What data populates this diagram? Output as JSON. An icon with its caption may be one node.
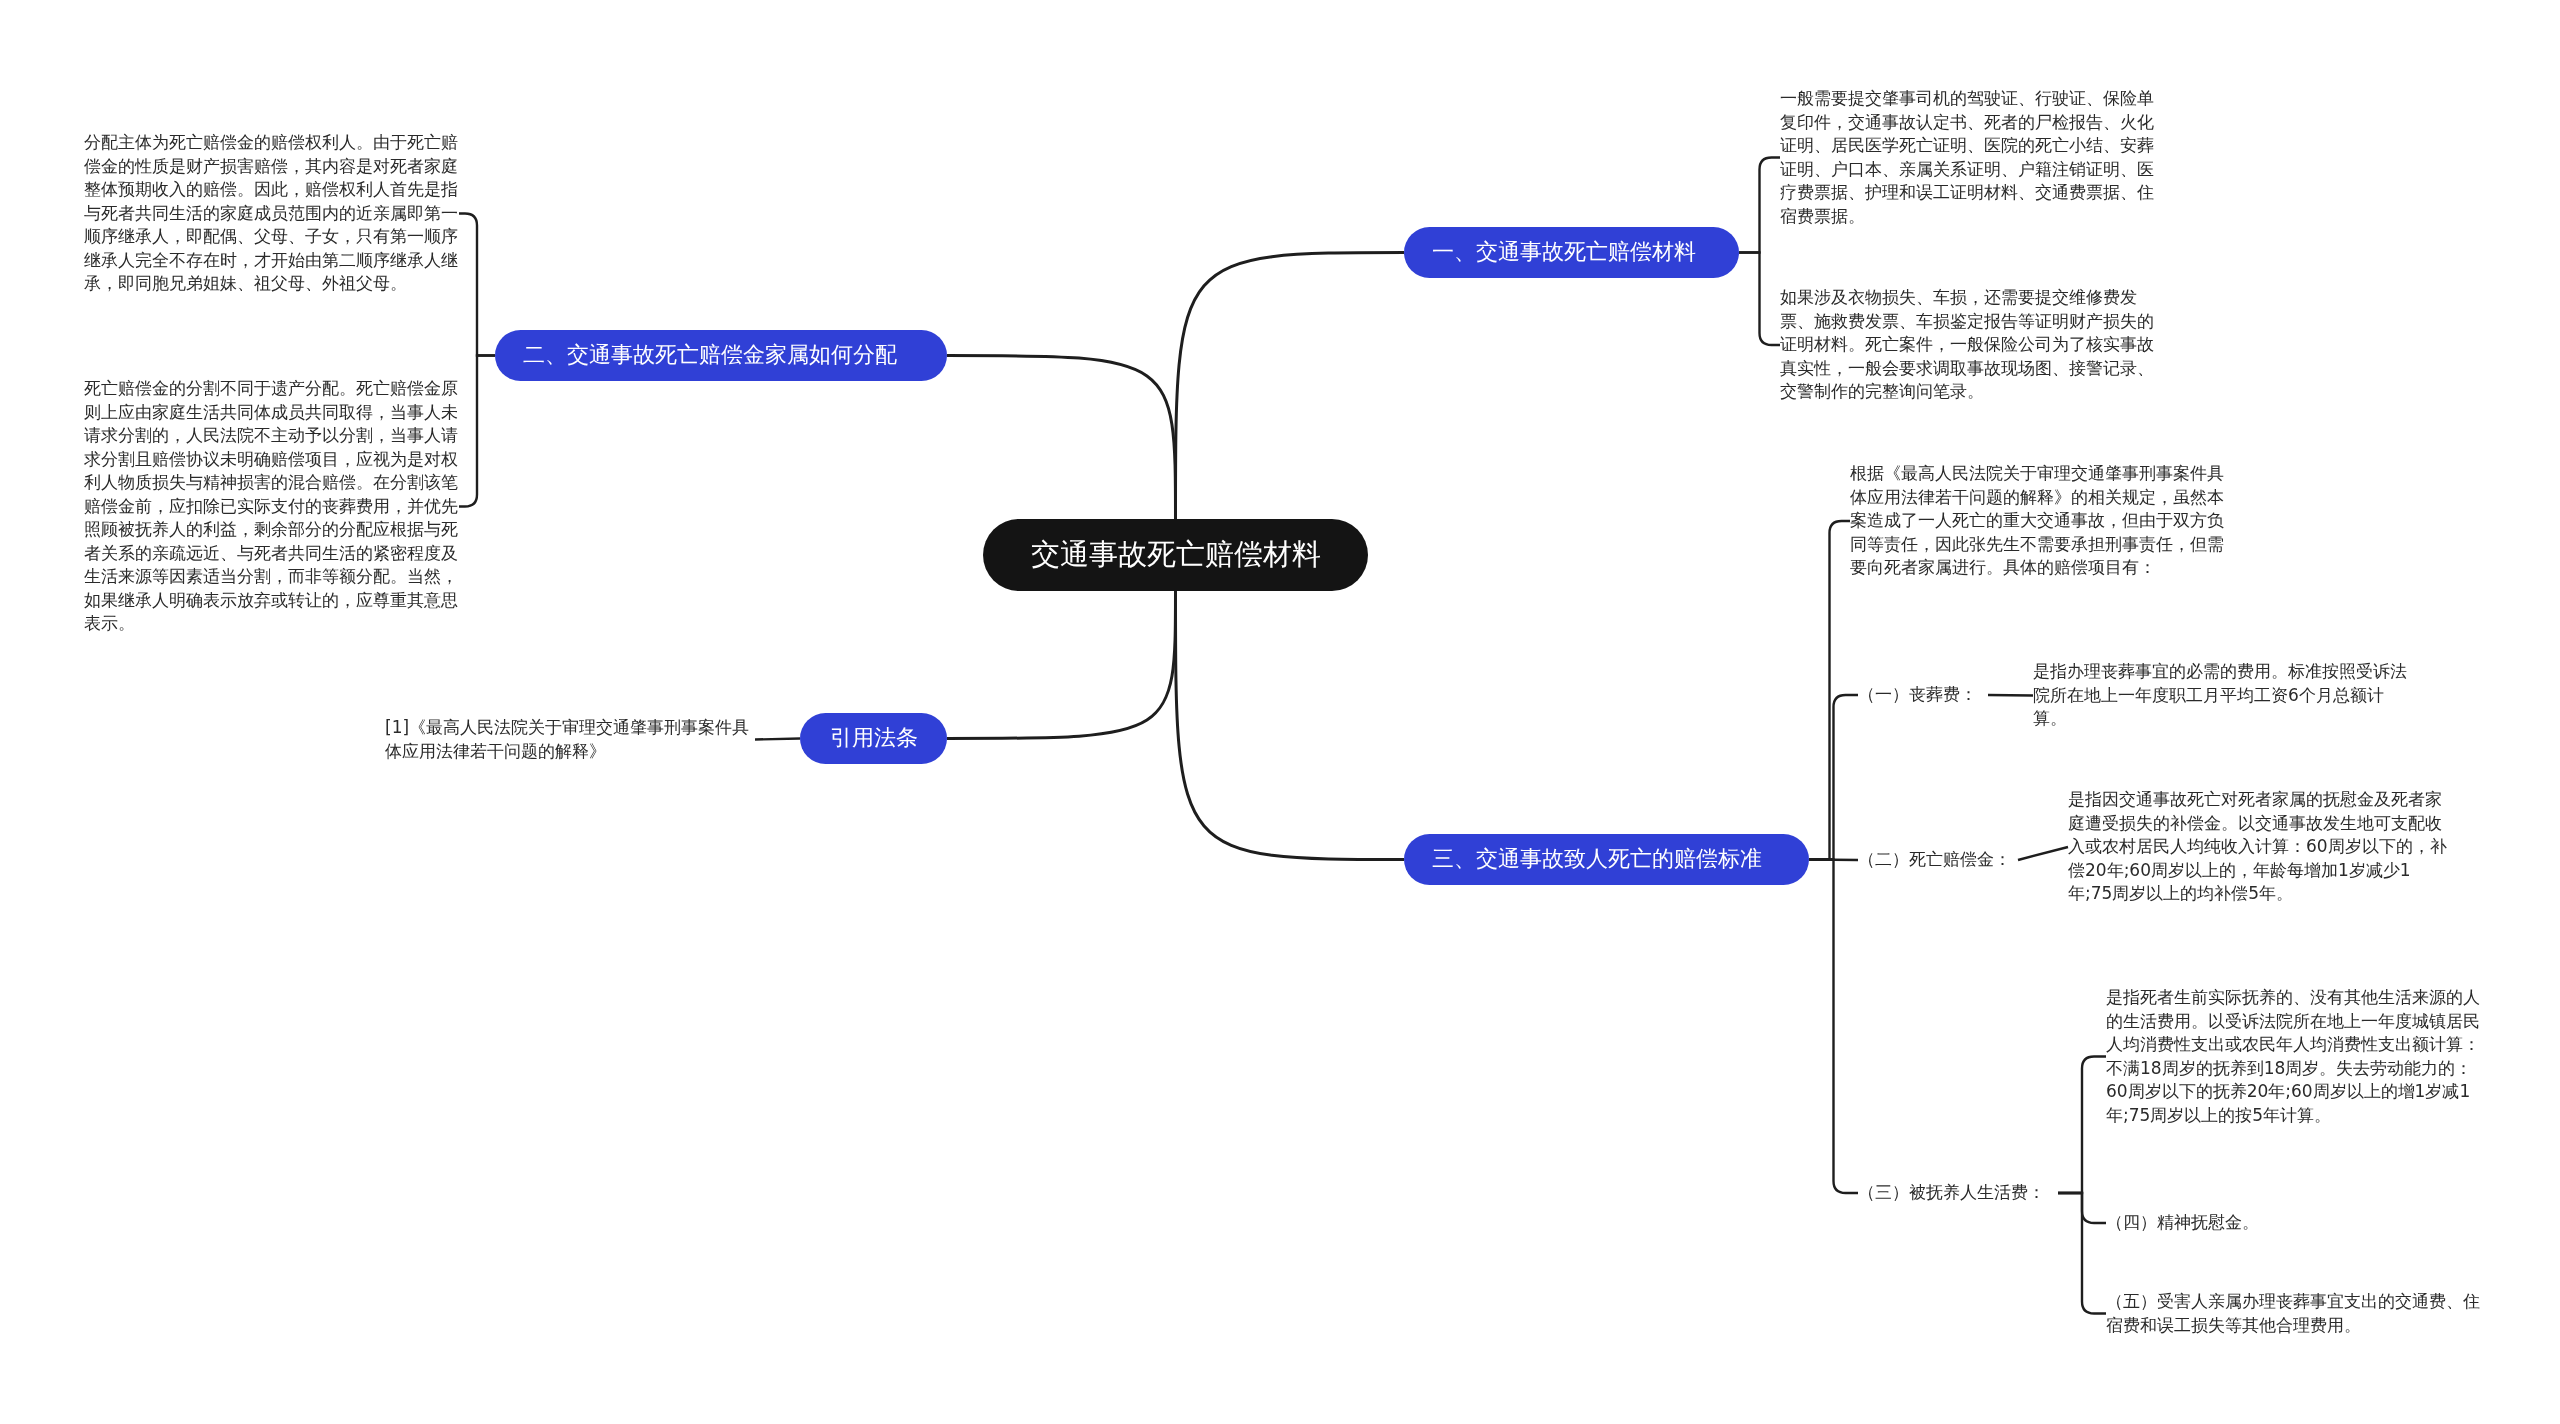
{
  "diagram": {
    "nodes": [
      {
        "text": [
          "交通事故死亡赔偿材料"
        ]
      },
      {
        "text": [
          "一、交通事故死亡赔偿材料"
        ]
      },
      {
        "text": [
          "一般需要提交肇事司机的驾驶证、行驶证、保险单复印件，交通事故认定书、死者的尸检报告、火化证明、居民医学死亡证明、医院的死亡小结、安葬证明、户口本、亲属关系证明、户籍注销证明、医疗费票据、护理和误工证明材料、交通费票据、住宿费票据。"
        ]
      },
      {
        "text": [
          "如果涉及衣物损失、车损，还需要提交维修费发票、施救费发票、车损鉴定报告等证明财产损失的证明材料。死亡案件，一般保险公司为了核实事故真实性，一般会要求调取事故现场图、接警记录、交警制作的完整询问笔录。"
        ]
      },
      {
        "text": [
          "二、交通事故死亡赔偿金家属如何分配"
        ]
      },
      {
        "text": [
          "分配主体为死亡赔偿金的赔偿权利人。由于死亡赔偿金的性质是财产损害赔偿，其内容是对死者家庭整体预期收入的赔偿。因此，赔偿权利人首先是指与死者共同生活的家庭成员范围内的近亲属即第一顺序继承人，即配偶、父母、子女，只有第一顺序继承人完全不存在时，才开始由第二顺序继承人继承，即同胞兄弟姐妹、祖父母、外祖父母。"
        ]
      },
      {
        "text": [
          "死亡赔偿金的分割不同于遗产分配。死亡赔偿金原则上应由家庭生活共同体成员共同取得，当事人未请求分割的，人民法院不主动予以分割，当事人请求分割且赔偿协议未明确赔偿项目，应视为是对权利人物质损失与精神损害的混合赔偿。在分割该笔赔偿金前，应扣除已实际支付的丧葬费用，并优先照顾被抚养人的利益，剩余部分的分配应根据与死者关系的亲疏远近、与死者共同生活的紧密程度及生活来源等因素适当分割，而非等额分配。当然，如果继承人明确表示放弃或转让的，应尊重其意思表示。"
        ]
      },
      {
        "text": [
          "引用法条"
        ]
      },
      {
        "text": [
          "[1]《最高人民法院关于审理交通肇事刑事案件具体应用法律若干问题的解释》"
        ]
      },
      {
        "text": [
          "三、交通事故致人死亡的赔偿标准"
        ]
      },
      {
        "text": [
          "根据《最高人民法院关于审理交通肇事刑事案件具体应用法律若干问题的解释》的相关规定，虽然本案造成了一人死亡的重大交通事故，但由于双方负同等责任，因此张先生不需要承担刑事责任，但需要向死者家属进行。具体的赔偿项目有："
        ]
      },
      {
        "text": [
          "（一）丧葬费："
        ]
      },
      {
        "text": [
          "是指办理丧葬事宜的必需的费用。标准按照受诉法院所在地上一年度职工月平均工资6个月总额计算。"
        ]
      },
      {
        "text": [
          "（二）死亡赔偿金："
        ]
      },
      {
        "text": [
          "是指因交通事故死亡对死者家属的抚慰金及死者家庭遭受损失的补偿金。以交通事故发生地可支配收入或农村居民人均纯收入计算：60周岁以下的，补偿20年;60周岁以上的，年龄每增加1岁减少1年;75周岁以上的均补偿5年。"
        ]
      },
      {
        "text": [
          "（三）被抚养人生活费："
        ]
      },
      {
        "text": [
          "是指死者生前实际抚养的、没有其他生活来源的人的生活费用。以受诉法院所在地上一年度城镇居民人均消费性支出或农民年人均消费性支出额计算：不满18周岁的抚养到18周岁。失去劳动能力的：60周岁以下的抚养20年;60周岁以上的增1岁减1年;75周岁以上的按5年计算。"
        ]
      },
      {
        "text": [
          "（四）精神抚慰金。"
        ]
      },
      {
        "text": [
          "（五）受害人亲属办理丧葬事宜支出的交通费、住宿费和误工损失等其他合理费用。"
        ]
      }
    ],
    "edges": [
      {
        "from": 0,
        "to": 1,
        "arrow": "none"
      },
      {
        "from": 1,
        "to": 2,
        "arrow": "none"
      },
      {
        "from": 1,
        "to": 3,
        "arrow": "none"
      },
      {
        "from": 0,
        "to": 4,
        "arrow": "none"
      },
      {
        "from": 4,
        "to": 5,
        "arrow": "none"
      },
      {
        "from": 4,
        "to": 6,
        "arrow": "none"
      },
      {
        "from": 0,
        "to": 7,
        "arrow": "none"
      },
      {
        "from": 7,
        "to": 8,
        "arrow": "none"
      },
      {
        "from": 0,
        "to": 9,
        "arrow": "none"
      },
      {
        "from": 9,
        "to": 10,
        "arrow": "none"
      },
      {
        "from": 9,
        "to": 11,
        "arrow": "none"
      },
      {
        "from": 11,
        "to": 12,
        "arrow": "none"
      },
      {
        "from": 9,
        "to": 13,
        "arrow": "none"
      },
      {
        "from": 13,
        "to": 14,
        "arrow": "none"
      },
      {
        "from": 9,
        "to": 15,
        "arrow": "none"
      },
      {
        "from": 15,
        "to": 16,
        "arrow": "none"
      },
      {
        "from": 15,
        "to": 17,
        "arrow": "none"
      },
      {
        "from": 15,
        "to": 18,
        "arrow": "none"
      }
    ]
  }
}
